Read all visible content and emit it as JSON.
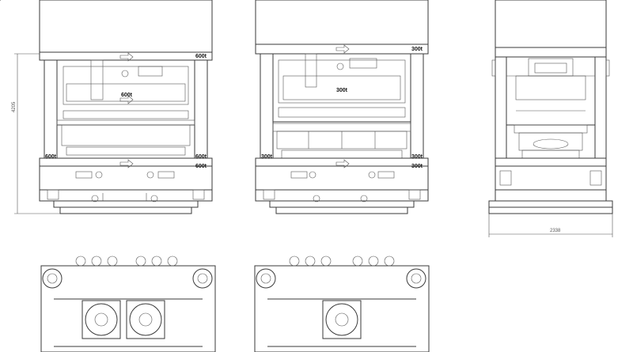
{
  "front_view_600": {
    "top_right_label": "600t",
    "center_label": "600t",
    "bottom_left_label": "600t",
    "bottom_right_label": "600t",
    "bed_right_label": "600t"
  },
  "front_view_300": {
    "top_right_label": "300t",
    "center_label": "300t",
    "bottom_left_label": "300t",
    "bottom_right_label": "300t",
    "bed_right_label": "300t"
  },
  "side_view": {
    "width_dimension": "2338"
  },
  "height_dimension": "4205",
  "colors": {
    "line": "#3a3a3a",
    "text": "#111111"
  }
}
